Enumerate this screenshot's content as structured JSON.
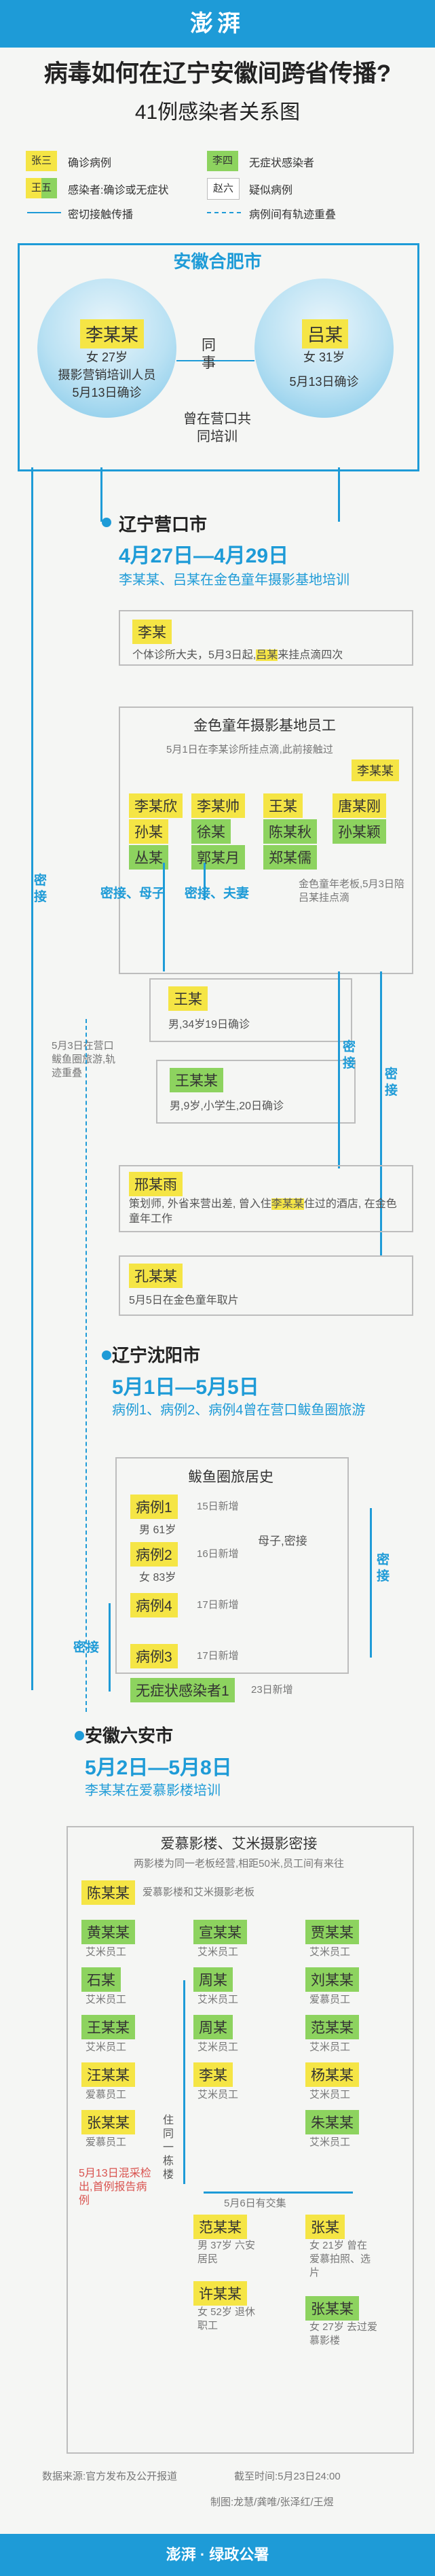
{
  "header": {
    "logo": "澎湃"
  },
  "title": "病毒如何在辽宁安徽间跨省传播?",
  "subtitle": "41例感染者关系图",
  "legend": {
    "items": [
      {
        "tag": "张三",
        "text": "确诊病例"
      },
      {
        "tag": "李四",
        "text": "无症状感染者"
      },
      {
        "tag": "王五",
        "text": "感染者:确诊或无症状"
      },
      {
        "tag": "赵六",
        "text": "疑似病例"
      }
    ],
    "line_solid": "密切接触传播",
    "line_dashed": "病例间有轨迹重叠"
  },
  "hefei": {
    "title": "安徽合肥市",
    "left": {
      "name": "李某某",
      "info1": "女 27岁",
      "info2": "摄影营销培训人员",
      "info3": "5月13日确诊"
    },
    "right": {
      "name": "吕某",
      "info1": "女 31岁",
      "info2": "5月13日确诊"
    },
    "link1": "同事",
    "link2": "曾在营口共同培训"
  },
  "yingkou": {
    "title": "辽宁营口市",
    "date": "4月27日—4月29日",
    "desc": "李某某、吕某在金色童年摄影基地培训",
    "li": {
      "name": "李某",
      "text1": "个体诊所大夫，5月3日起,",
      "hl": "吕某",
      "text2": "来挂点滴四次"
    },
    "base": {
      "title": "金色童年摄影基地员工",
      "note": "5月1日在李某诊所挂点滴,此前接触过",
      "note_name": "李某某",
      "names": [
        "李某欣",
        "李某帅",
        "王某",
        "唐某刚",
        "孙某",
        "徐某",
        "陈某秋",
        "孙某颖",
        "丛某",
        "郭某月",
        "郑某儒"
      ],
      "side_note": "金色童年老板,5月3日陪吕某挂点滴"
    },
    "label_mother": "密接、母子",
    "label_couple": "密接、夫妻",
    "label_close": "密接",
    "wang": {
      "name": "王某",
      "info": "男,34岁19日确诊"
    },
    "wangmm": {
      "name": "王某某",
      "info": "男,9岁,小学生,20日确诊"
    },
    "xing": {
      "name": "邢某雨",
      "text1": "策划师, 外省来营出差, 曾入住",
      "hl": "李某某",
      "text2": "住过的酒店, 在金色童年工作"
    },
    "kong": {
      "name": "孔某某",
      "info": "5月5日在金色童年取片"
    },
    "side_note": "5月3日在营口鲅鱼圈旅游,轨迹重叠"
  },
  "shenyang": {
    "title": "辽宁沈阳市",
    "date": "5月1日—5月5日",
    "desc": "病例1、病例2、病例4曾在营口鲅鱼圈旅游",
    "box_title": "鲅鱼圈旅居史",
    "cases": [
      {
        "name": "病例1",
        "date": "15日新增",
        "info": "男 61岁"
      },
      {
        "name": "病例2",
        "date": "16日新增",
        "info": "女 83岁"
      },
      {
        "name": "病例4",
        "date": "17日新增",
        "info": ""
      },
      {
        "name": "病例3",
        "date": "17日新增",
        "info": ""
      },
      {
        "name": "无症状感染者1",
        "date": "23日新增",
        "info": ""
      }
    ],
    "label_mother": "母子,密接",
    "label_close_left": "密接",
    "label_close_right": "密接"
  },
  "luan": {
    "title": "安徽六安市",
    "date": "5月2日—5月8日",
    "desc": "李某某在爱慕影楼培训",
    "box_title": "爱慕影楼、艾米摄影密接",
    "box_note": "两影楼为同一老板经营,相距50米,员工间有来往",
    "boss": {
      "name": "陈某某",
      "info": "爱慕影楼和艾米摄影老板"
    },
    "col1": [
      {
        "name": "黄某某",
        "info": "艾米员工"
      },
      {
        "name": "石某",
        "info": "艾米员工"
      },
      {
        "name": "王某某",
        "info": "艾米员工"
      },
      {
        "name": "汪某某",
        "info": "爱慕员工"
      },
      {
        "name": "张某某",
        "info": "爱慕员工"
      }
    ],
    "col2": [
      {
        "name": "宣某某",
        "info": "艾米员工"
      },
      {
        "name": "周某",
        "info": "艾米员工"
      },
      {
        "name": "周某",
        "info": "艾米员工"
      },
      {
        "name": "李某",
        "info": "艾米员工"
      }
    ],
    "col3": [
      {
        "name": "贾某某",
        "info": "艾米员工"
      },
      {
        "name": "刘某某",
        "info": "爱慕员工"
      },
      {
        "name": "范某某",
        "info": "艾米员工"
      },
      {
        "name": "杨某某",
        "info": "艾米员工"
      },
      {
        "name": "朱某某",
        "info": "艾米员工"
      }
    ],
    "live_label": "住同一栋楼",
    "red_note": "5月13日混采检出,首例报告病例",
    "meal": "5月6日有交集",
    "fan": {
      "name": "范某某",
      "info": "男 37岁 六安居民"
    },
    "xu": {
      "name": "许某某",
      "info": "女 52岁 退休职工"
    },
    "zhang": {
      "name": "张某",
      "info": "女 21岁 曾在爱慕拍照、选片"
    },
    "zhangmm": {
      "name": "张某某",
      "info": "女 27岁 去过爱慕影楼"
    }
  },
  "source": {
    "left": "数据来源:官方发布及公开报道",
    "right": "截至时间:5月23日24:00",
    "credit": "制图:龙慧/龚唯/张泽红/王煜"
  },
  "footer": "澎湃 · 绿政公署",
  "colors": {
    "blue": "#1e9bd7",
    "yellow": "#f5e545",
    "green": "#8dd35f"
  }
}
